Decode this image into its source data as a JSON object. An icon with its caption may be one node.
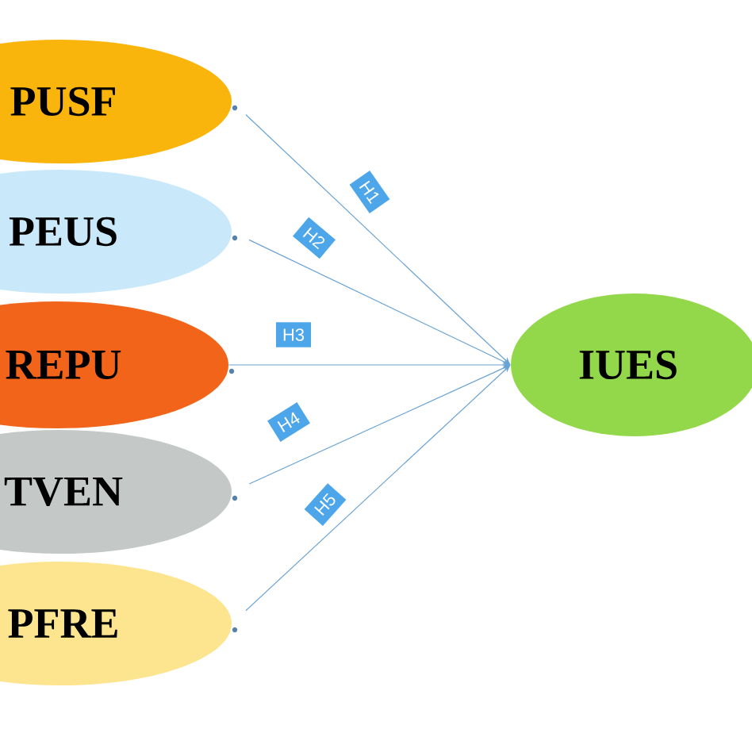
{
  "diagram": {
    "nodes": [
      {
        "text": [
          "PUSF"
        ]
      },
      {
        "text": [
          "PEUS"
        ]
      },
      {
        "text": [
          "REPU"
        ]
      },
      {
        "text": [
          "TVEN"
        ]
      },
      {
        "text": [
          "PFRE"
        ]
      },
      {
        "text": [
          "IUES"
        ]
      }
    ],
    "edges": [
      {
        "from": 0,
        "to": 5,
        "arrow": "to",
        "label": "H1"
      },
      {
        "from": 1,
        "to": 5,
        "arrow": "to",
        "label": "H2"
      },
      {
        "from": 2,
        "to": 5,
        "arrow": "to",
        "label": "H3"
      },
      {
        "from": 3,
        "to": 5,
        "arrow": "to",
        "label": "H4"
      },
      {
        "from": 4,
        "to": 5,
        "arrow": "to",
        "label": "H5"
      }
    ]
  }
}
